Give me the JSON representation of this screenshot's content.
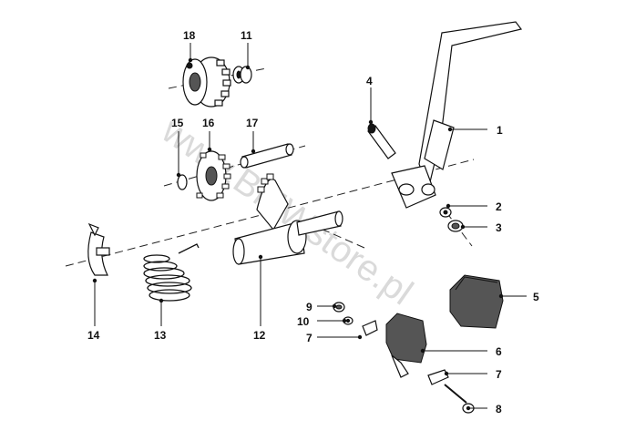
{
  "diagram": {
    "watermark": "www.BMWstore.pl",
    "parts": [
      {
        "id": "part-1",
        "label": "1"
      },
      {
        "id": "part-2",
        "label": "2"
      },
      {
        "id": "part-3",
        "label": "3"
      },
      {
        "id": "part-4",
        "label": "4"
      },
      {
        "id": "part-5",
        "label": "5"
      },
      {
        "id": "part-6",
        "label": "6"
      },
      {
        "id": "part-7a",
        "label": "7"
      },
      {
        "id": "part-7b",
        "label": "7"
      },
      {
        "id": "part-8",
        "label": "8"
      },
      {
        "id": "part-9",
        "label": "9"
      },
      {
        "id": "part-10",
        "label": "10"
      },
      {
        "id": "part-11",
        "label": "11"
      },
      {
        "id": "part-12",
        "label": "12"
      },
      {
        "id": "part-13",
        "label": "13"
      },
      {
        "id": "part-14",
        "label": "14"
      },
      {
        "id": "part-15",
        "label": "15"
      },
      {
        "id": "part-16",
        "label": "16"
      },
      {
        "id": "part-17",
        "label": "17"
      },
      {
        "id": "part-18",
        "label": "18"
      }
    ]
  }
}
